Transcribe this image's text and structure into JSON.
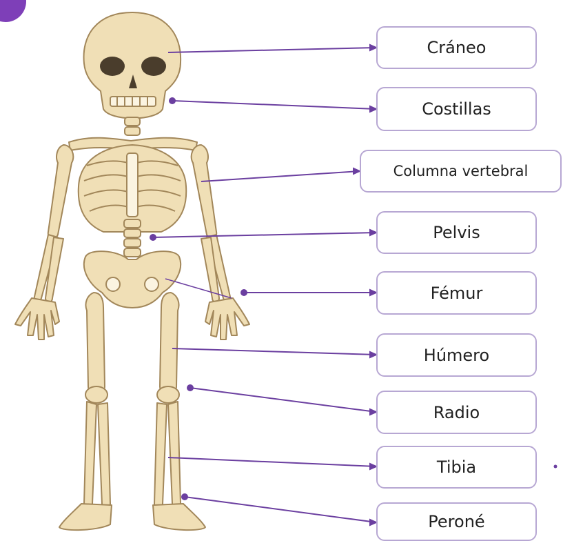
{
  "labels": [
    {
      "text": "Cráneo"
    },
    {
      "text": "Costillas"
    },
    {
      "text": "Columna vertebral"
    },
    {
      "text": "Pelvis"
    },
    {
      "text": "Fémur"
    },
    {
      "text": "Húmero"
    },
    {
      "text": "Radio"
    },
    {
      "text": "Tibia"
    },
    {
      "text": "Peroné"
    }
  ],
  "colors": {
    "bone": "#f0dfb6",
    "bone_outline": "#a2875a",
    "connector": "#6b3fa0",
    "box_border": "#b7a7d3",
    "badge": "#7e3fb8"
  },
  "icons": {
    "badge": "purple-circle-badge",
    "figure": "skeleton-illustration"
  }
}
